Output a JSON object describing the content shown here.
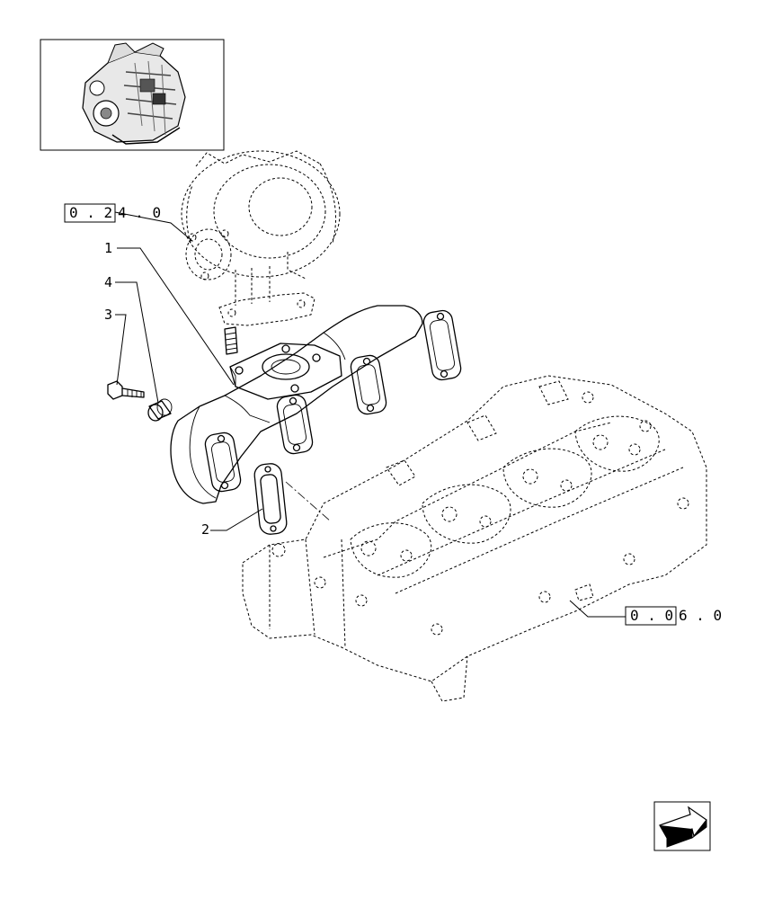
{
  "diagram": {
    "part_labels": {
      "manifold": "1",
      "gasket": "2",
      "bolt": "3",
      "spacer": "4"
    },
    "references": {
      "turbocharger": {
        "boxed": "0 . 2",
        "rest": "4 . 0"
      },
      "cylinder_head": {
        "boxed": "0 . 0",
        "rest": "6 . 0"
      }
    },
    "icons": {
      "thumbnail": "engine-thumbnail-icon",
      "navigation": "next-page-arrow-icon"
    }
  }
}
